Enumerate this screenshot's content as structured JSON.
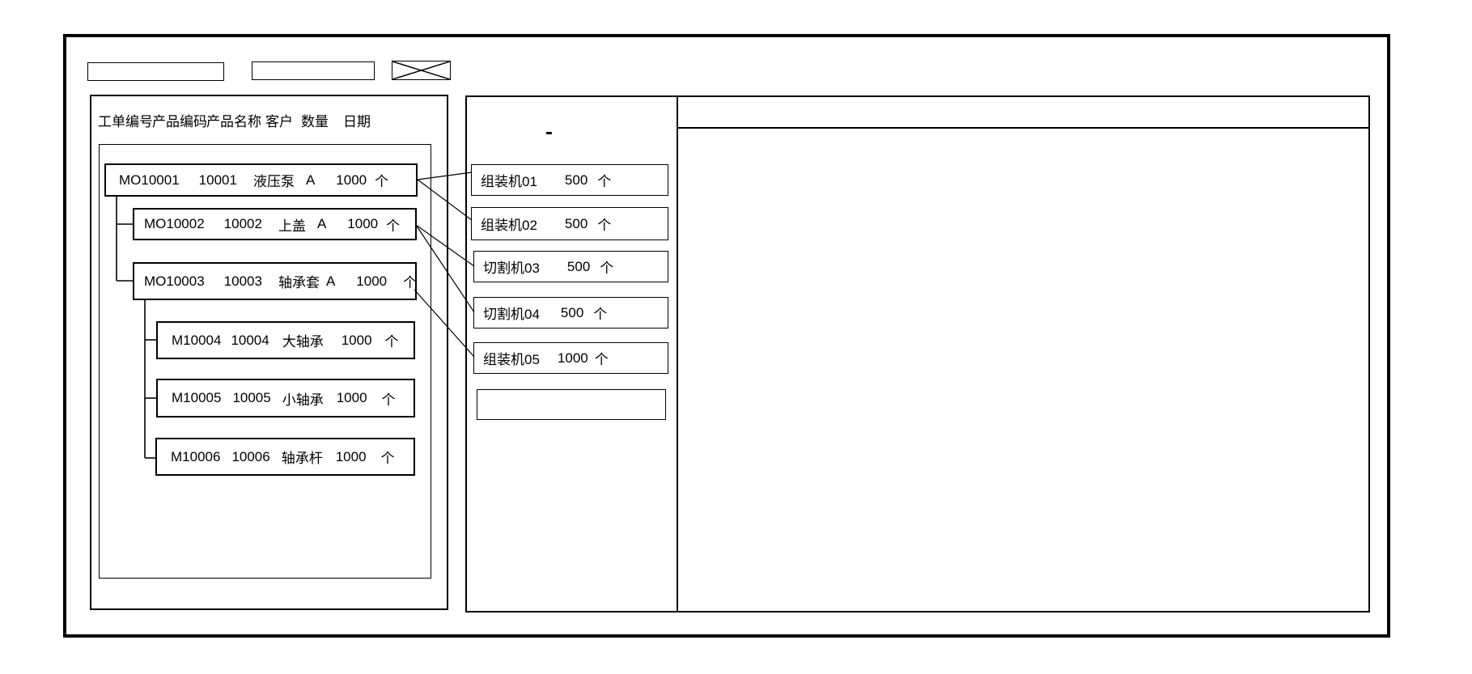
{
  "work_order_panel": {
    "columns": [
      "工单编号",
      "产品编码",
      "产品名称",
      "客户",
      "数量",
      "日期"
    ],
    "nodes": [
      {
        "level": 0,
        "order_no": "MO10001",
        "product_code": "10001",
        "product_name": "液压泵",
        "customer": "A",
        "qty": "1000",
        "unit": "个"
      },
      {
        "level": 1,
        "order_no": "MO10002",
        "product_code": "10002",
        "product_name": "上盖",
        "customer": "A",
        "qty": "1000",
        "unit": "个"
      },
      {
        "level": 1,
        "order_no": "MO10003",
        "product_code": "10003",
        "product_name": "轴承套",
        "customer": "A",
        "qty": "1000",
        "unit": "个"
      },
      {
        "level": 2,
        "order_no": "M10004",
        "product_code": "10004",
        "product_name": "大轴承",
        "customer": "",
        "qty": "1000",
        "unit": "个"
      },
      {
        "level": 2,
        "order_no": "M10005",
        "product_code": "10005",
        "product_name": "小轴承",
        "customer": "",
        "qty": "1000",
        "unit": "个"
      },
      {
        "level": 2,
        "order_no": "M10006",
        "product_code": "10006",
        "product_name": "轴承杆",
        "customer": "",
        "qty": "1000",
        "unit": "个"
      }
    ]
  },
  "machine_panel": {
    "items": [
      {
        "name": "组装机01",
        "qty": "500",
        "unit": "个"
      },
      {
        "name": "组装机02",
        "qty": "500",
        "unit": "个"
      },
      {
        "name": "切割机03",
        "qty": "500",
        "unit": "个"
      },
      {
        "name": "切割机04",
        "qty": "500",
        "unit": "个"
      },
      {
        "name": "组装机05",
        "qty": "1000",
        "unit": "个"
      }
    ]
  },
  "colors": {
    "line": "#000000",
    "background": "#ffffff"
  }
}
